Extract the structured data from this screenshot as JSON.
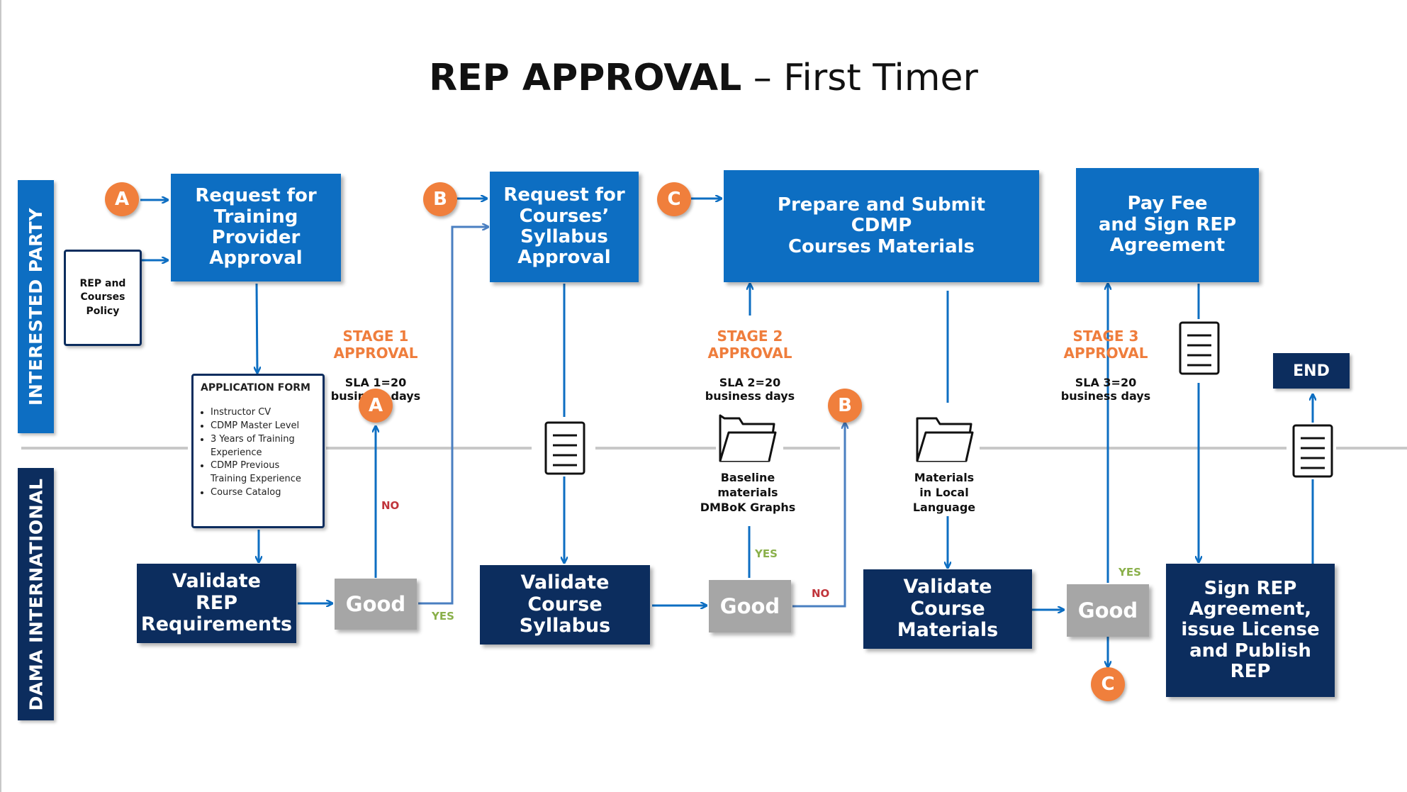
{
  "title": {
    "bold": "REP APPROVAL",
    "rest": " – First Timer"
  },
  "lanes": {
    "top": "INTERESTED PARTY",
    "bottom": "DAMA INTERNATIONAL"
  },
  "colors": {
    "blue": "#0d6ec2",
    "navy": "#0c2d5e",
    "orange": "#f07f3c",
    "gray": "#a6a6a6",
    "yes": "#8ab04a",
    "no": "#c0343b"
  },
  "steps": {
    "request_training": "Request for\nTraining\nProvider\nApproval",
    "request_courses": "Request for\nCourses’\nSyllabus\nApproval",
    "prepare_submit": "Prepare and Submit\nCDMP\nCourses Materials",
    "pay_fee": "Pay Fee\nand Sign REP\nAgreement",
    "validate_rep": "Validate\nREP\nRequirements",
    "validate_syllabus": "Validate\nCourse\nSyllabus",
    "validate_materials": "Validate\nCourse\nMaterials",
    "sign_rep": "Sign REP\nAgreement,\nissue License\nand Publish\nREP"
  },
  "decisions": {
    "good1": "Good",
    "good2": "Good",
    "good3": "Good"
  },
  "policy": "REP and\nCourses\nPolicy",
  "application_form": {
    "title": "APPLICATION FORM",
    "items": [
      "Instructor CV",
      "CDMP Master Level",
      "3 Years of Training Experience",
      "CDMP Previous Training Experience",
      "Course Catalog"
    ]
  },
  "stages": [
    {
      "name": "STAGE 1\nAPPROVAL",
      "sla": "SLA 1=20\nbusiness days"
    },
    {
      "name": "STAGE 2\nAPPROVAL",
      "sla": "SLA 2=20\nbusiness days"
    },
    {
      "name": "STAGE 3\nAPPROVAL",
      "sla": "SLA 3=20\nbusiness days"
    }
  ],
  "connectors": {
    "a": "A",
    "b": "B",
    "c": "C"
  },
  "labels": {
    "yes": "YES",
    "no": "NO"
  },
  "captions": {
    "baseline": "Baseline\nmaterials\nDMBoK Graphs",
    "local": "Materials\nin Local\nLanguage"
  },
  "end": "END"
}
